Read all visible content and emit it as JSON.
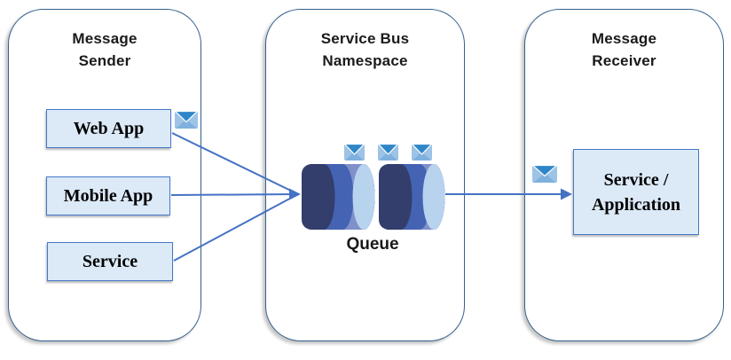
{
  "panels": {
    "sender": {
      "title_line1": "Message",
      "title_line2": "Sender"
    },
    "namespace": {
      "title_line1": "Service Bus",
      "title_line2": "Namespace"
    },
    "receiver": {
      "title_line1": "Message",
      "title_line2": "Receiver"
    }
  },
  "nodes": {
    "web_app": {
      "label": "Web App"
    },
    "mobile_app": {
      "label": "Mobile App"
    },
    "service": {
      "label": "Service"
    },
    "receiver_app": {
      "line1": "Service /",
      "line2": "Application"
    }
  },
  "queue": {
    "label": "Queue"
  },
  "icons": {
    "envelope": "✉"
  },
  "colors": {
    "panel_border": "#35618e",
    "node_fill": "#dce9f7",
    "node_border": "#4777c9",
    "connector": "#4472c4",
    "cylinder_dark": "#333e6c",
    "cylinder_mid": "#4463b2",
    "cylinder_band_light": "#8090ca",
    "cylinder_face": "#b7d3ee",
    "envelope_flap": "#2e86c8",
    "envelope_body": "#9dc3e6",
    "envelope_bottom": "#7fb0de",
    "text": "#1a1a1a"
  }
}
